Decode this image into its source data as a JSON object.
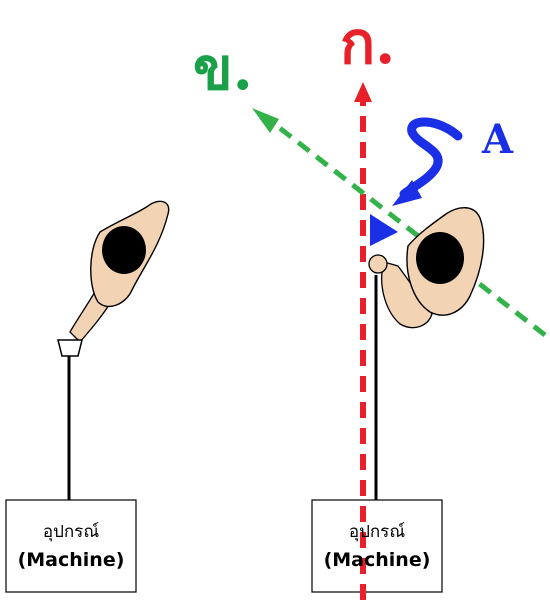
{
  "labels": {
    "red_axis": "ก.",
    "green_axis": "ข.",
    "angle": "A"
  },
  "machines": [
    {
      "line1": "อุปกรณ์",
      "line2": "(Machine)"
    },
    {
      "line1": "อุปกรณ์",
      "line2": "(Machine)"
    }
  ],
  "colors": {
    "red_axis": "#e8202a",
    "green_axis": "#1aa048",
    "green_dash": "#33b24a",
    "blue_arrow": "#1a2fe6",
    "skin": "#f2d3b4",
    "outline": "#000000"
  },
  "icons": {
    "person_left": "person-top-view-icon",
    "person_right": "person-top-view-icon",
    "angle_arrow": "curved-arrow-icon",
    "angle_wedge": "angle-wedge-icon"
  }
}
